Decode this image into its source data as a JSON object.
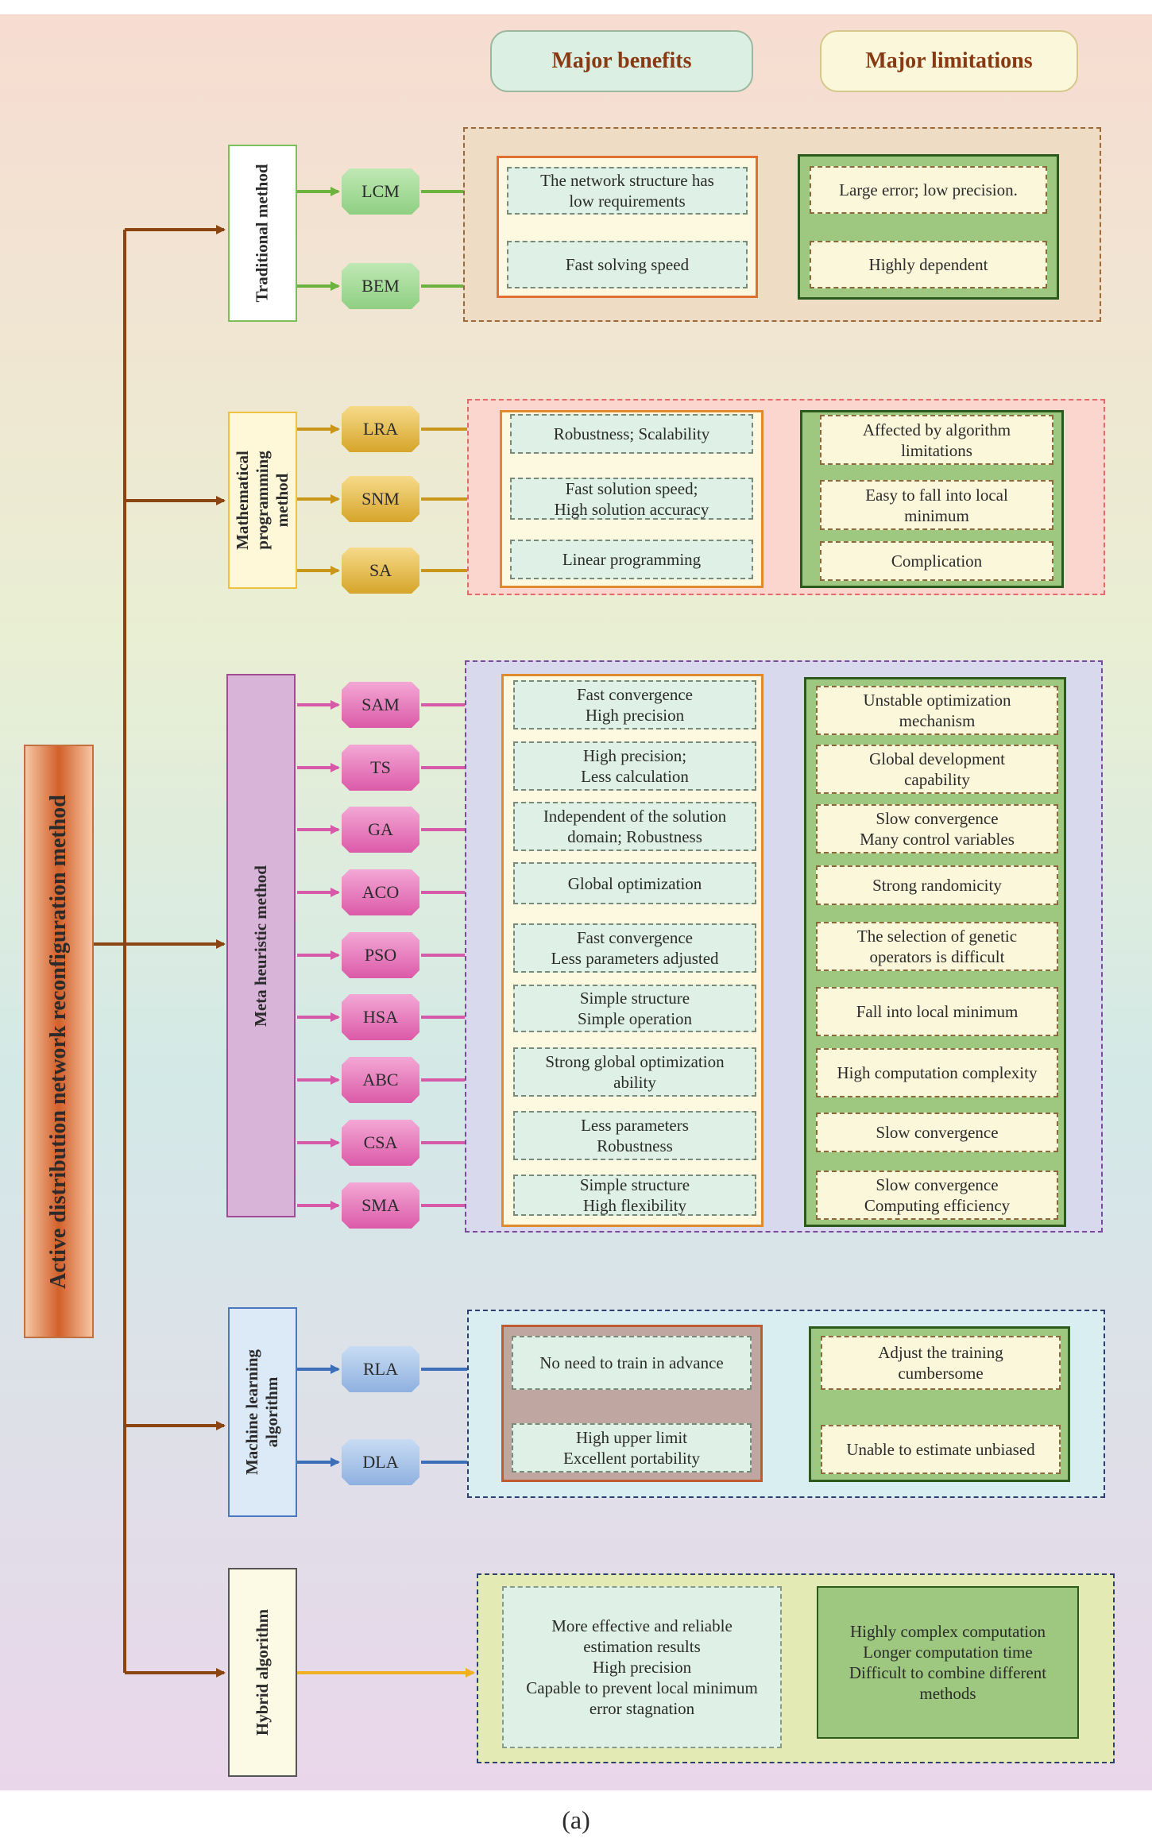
{
  "root": {
    "label": "Active distribution network reconfiguration method"
  },
  "headers": {
    "benefits": "Major benefits",
    "limitations": "Major limitations"
  },
  "caption": "(a)",
  "categories": [
    {
      "label": "Traditional method",
      "color": "#7cbf5a",
      "methods": [
        "LCM",
        "BEM"
      ],
      "benefits": [
        "The network structure has\nlow requirements",
        "Fast solving speed"
      ],
      "limitations": [
        "Large error; low precision.",
        "Highly dependent"
      ]
    },
    {
      "label": "Mathematical\nprogramming\nmethod",
      "color": "#f0c040",
      "methods": [
        "LRA",
        "SNM",
        "SA"
      ],
      "benefits": [
        "Robustness;   Scalability",
        "Fast solution speed;\nHigh solution accuracy",
        "Linear programming"
      ],
      "limitations": [
        "Affected by algorithm\nlimitations",
        "Easy to fall into local\nminimum",
        "Complication"
      ]
    },
    {
      "label": "Meta heuristic method",
      "color": "#c070b0",
      "methods": [
        "SAM",
        "TS",
        "GA",
        "ACO",
        "PSO",
        "HSA",
        "ABC",
        "CSA",
        "SMA"
      ],
      "benefits": [
        "Fast convergence\nHigh precision",
        "High precision;\nLess calculation",
        "Independent of the solution\ndomain; Robustness",
        "Global optimization",
        "Fast convergence\nLess parameters adjusted",
        "Simple structure\nSimple operation",
        "Strong global optimization\nability",
        "Less parameters\nRobustness",
        "Simple structure\nHigh flexibility"
      ],
      "limitations": [
        "Unstable optimization\nmechanism",
        "Global development\ncapability",
        "Slow convergence\nMany control variables",
        "Strong randomicity",
        "The selection of genetic\noperators is difficult",
        "Fall into local minimum",
        "High computation complexity",
        "Slow convergence",
        "Slow convergence\nComputing efficiency"
      ]
    },
    {
      "label": "Machine learning\nalgorithm",
      "color": "#4a78c0",
      "methods": [
        "RLA",
        "DLA"
      ],
      "benefits": [
        "No need to train in advance",
        "High upper limit\nExcellent portability"
      ],
      "limitations": [
        "Adjust the training\ncumbersome",
        "Unable to estimate unbiased"
      ]
    },
    {
      "label": "Hybrid algorithm",
      "color": "#e8b020",
      "methods": [],
      "benefits": [
        "More effective and reliable\nestimation results\nHigh precision\nCapable to prevent local minimum\nerror stagnation"
      ],
      "limitations": [
        "Highly complex computation\nLonger computation time\nDifficult to combine different\nmethods"
      ]
    }
  ]
}
